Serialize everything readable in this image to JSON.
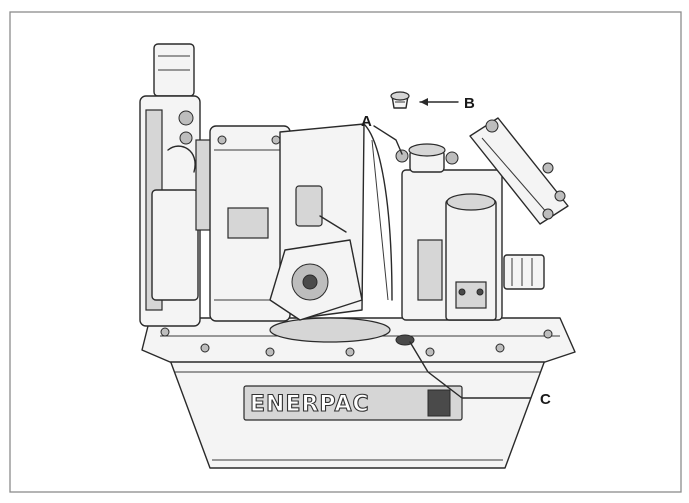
{
  "figure": {
    "brand_text": "ENERPAC",
    "callouts": {
      "a": "A",
      "b": "B",
      "c": "C"
    },
    "border_color": "#8c8c8c",
    "line_color": "#2a2a2a"
  }
}
